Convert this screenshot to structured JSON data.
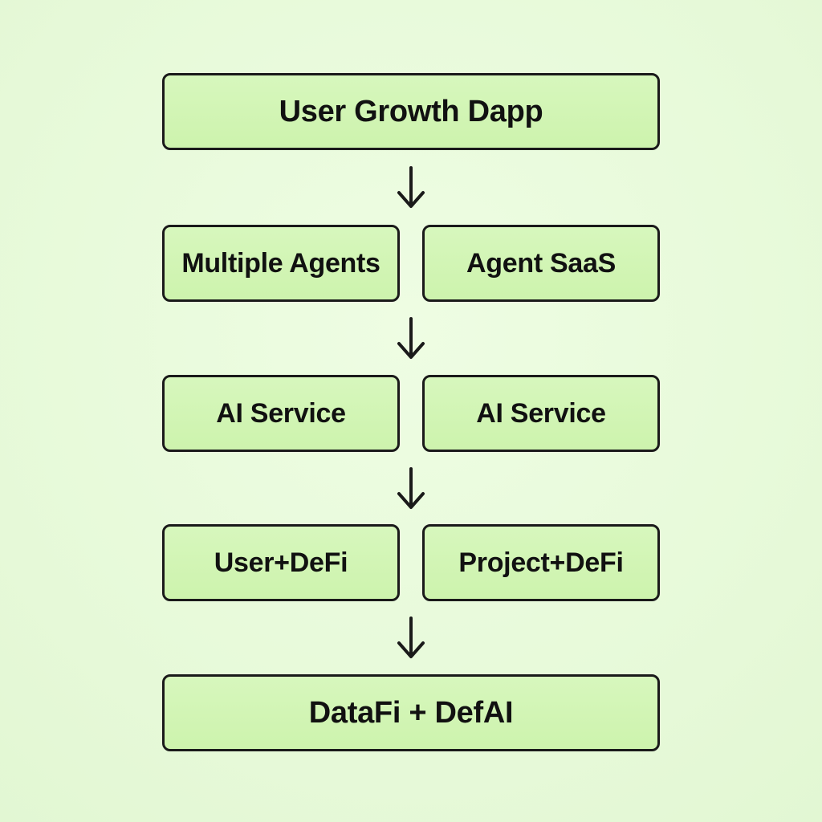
{
  "diagram": {
    "row1": {
      "label": "User Growth Dapp"
    },
    "row2": {
      "left": "Multiple Agents",
      "right": "Agent SaaS"
    },
    "row3": {
      "left": "AI Service",
      "right": "AI Service"
    },
    "row4": {
      "left": "User+DeFi",
      "right": "Project+DeFi"
    },
    "row5": {
      "label": "DataFi + DefAI"
    }
  },
  "colors": {
    "background": "#e8fbdc",
    "box_fill": "#d2f5b6",
    "stroke": "#1a1a1a"
  },
  "icons": [
    "arrow-down-icon"
  ]
}
